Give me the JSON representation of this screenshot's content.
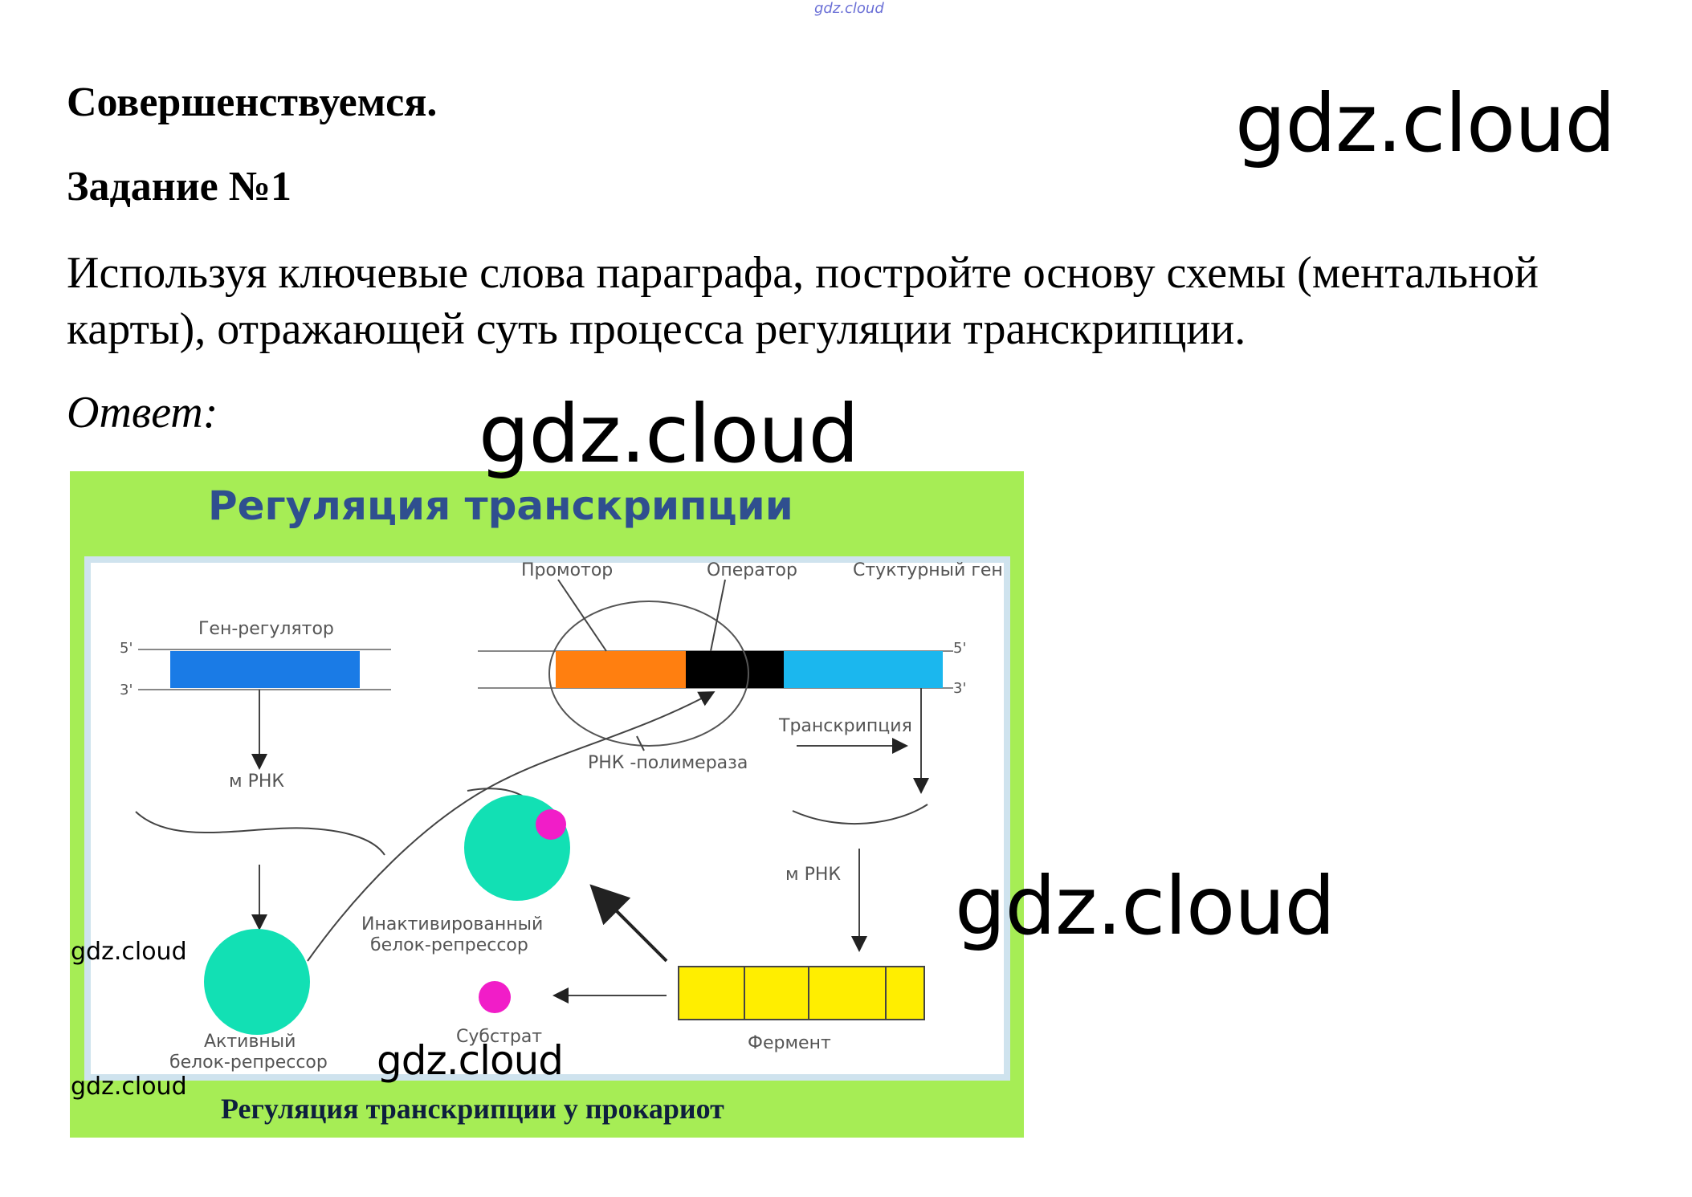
{
  "header": {
    "watermark_top": "gdz.cloud",
    "section_title": "Совершенствуемся.",
    "task_title": "Задание №1"
  },
  "task": {
    "text_line1": "Используя ключевые слова параграфа, постройте основу схемы (ментальной",
    "text_line2": "карты), отражающей суть процесса регуляции транскрипции.",
    "answer_label": "Ответ:"
  },
  "watermarks": {
    "top_right": "gdz.cloud",
    "answer": "gdz.cloud",
    "right_middle": "gdz.cloud",
    "bottom_center": "gdz.cloud",
    "left_upper": "gdz.cloud",
    "left_lower": "gdz.cloud"
  },
  "diagram": {
    "title": "Регуляция транскрипции",
    "caption": "Регуляция транскрипции у прокариот",
    "labels": {
      "promoter": "Промотор",
      "operator": "Оператор",
      "structural_gene": "Стуктурный ген",
      "regulator_gene": "Ген-регулятор",
      "five_prime_left": "5'",
      "three_prime_left": "3'",
      "five_prime_right": "5'",
      "three_prime_right": "3'",
      "transcription": "Транскрипция",
      "rna_polymerase": "РНК -полимераза",
      "mrna_left": "м РНК",
      "mrna_right": "м РНК",
      "inactive_repressor_line1": "Инактивированный",
      "inactive_repressor_line2": "белок-репрессор",
      "active_repressor_line1": "Активный",
      "active_repressor_line2": "белок-репрессор",
      "substrate": "Субстрат",
      "enzyme": "Фермент"
    },
    "colors": {
      "frame_green": "#a6ed55",
      "inner_border": "#cfe3ee",
      "title_blue": "#2f4f8f",
      "regulator_gene": "#1a7be6",
      "promoter": "#ff7f10",
      "operator": "#000000",
      "structural_gene": "#1bb7ee",
      "protein": "#12e0b4",
      "substrate": "#f11dc8",
      "enzyme": "#ffee00"
    }
  }
}
